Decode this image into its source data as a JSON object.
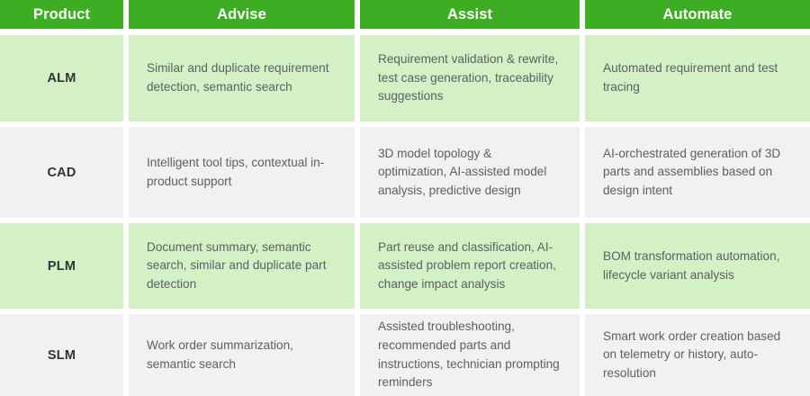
{
  "table": {
    "columns": [
      {
        "key": "product",
        "label": "Product"
      },
      {
        "key": "advise",
        "label": "Advise"
      },
      {
        "key": "assist",
        "label": "Assist"
      },
      {
        "key": "automate",
        "label": "Automate"
      }
    ],
    "rows": [
      {
        "product": "ALM",
        "advise": "Similar and duplicate requirement detection, semantic search",
        "assist": "Requirement validation & rewrite, test case generation, traceability suggestions",
        "automate": "Automated requirement and test tracing",
        "shade": "green"
      },
      {
        "product": "CAD",
        "advise": "Intelligent tool tips, contextual in-product support",
        "assist": "3D model topology & optimization, AI-assisted model analysis, predictive design",
        "automate": "AI-orchestrated generation of 3D parts and assemblies based on design intent",
        "shade": "grey"
      },
      {
        "product": "PLM",
        "advise": "Document summary, semantic search, similar and duplicate part detection",
        "assist": "Part reuse and classification, AI-assisted problem report creation, change impact analysis",
        "automate": "BOM transformation automation, lifecycle variant analysis",
        "shade": "green"
      },
      {
        "product": "SLM",
        "advise": "Work order summarization, semantic search",
        "assist": "Assisted troubleshooting, recommended parts and instructions, technician prompting reminders",
        "automate": "Smart work order creation based on telemetry or history, auto-resolution",
        "shade": "grey"
      }
    ]
  },
  "colors": {
    "header_green": "#3dae23",
    "row_green": "#d4f1c5",
    "row_grey": "#f1f1f1",
    "header_text": "#ffffff",
    "product_text": "#2f3437",
    "body_text": "#5a6065",
    "page_background": "#ffffff"
  }
}
